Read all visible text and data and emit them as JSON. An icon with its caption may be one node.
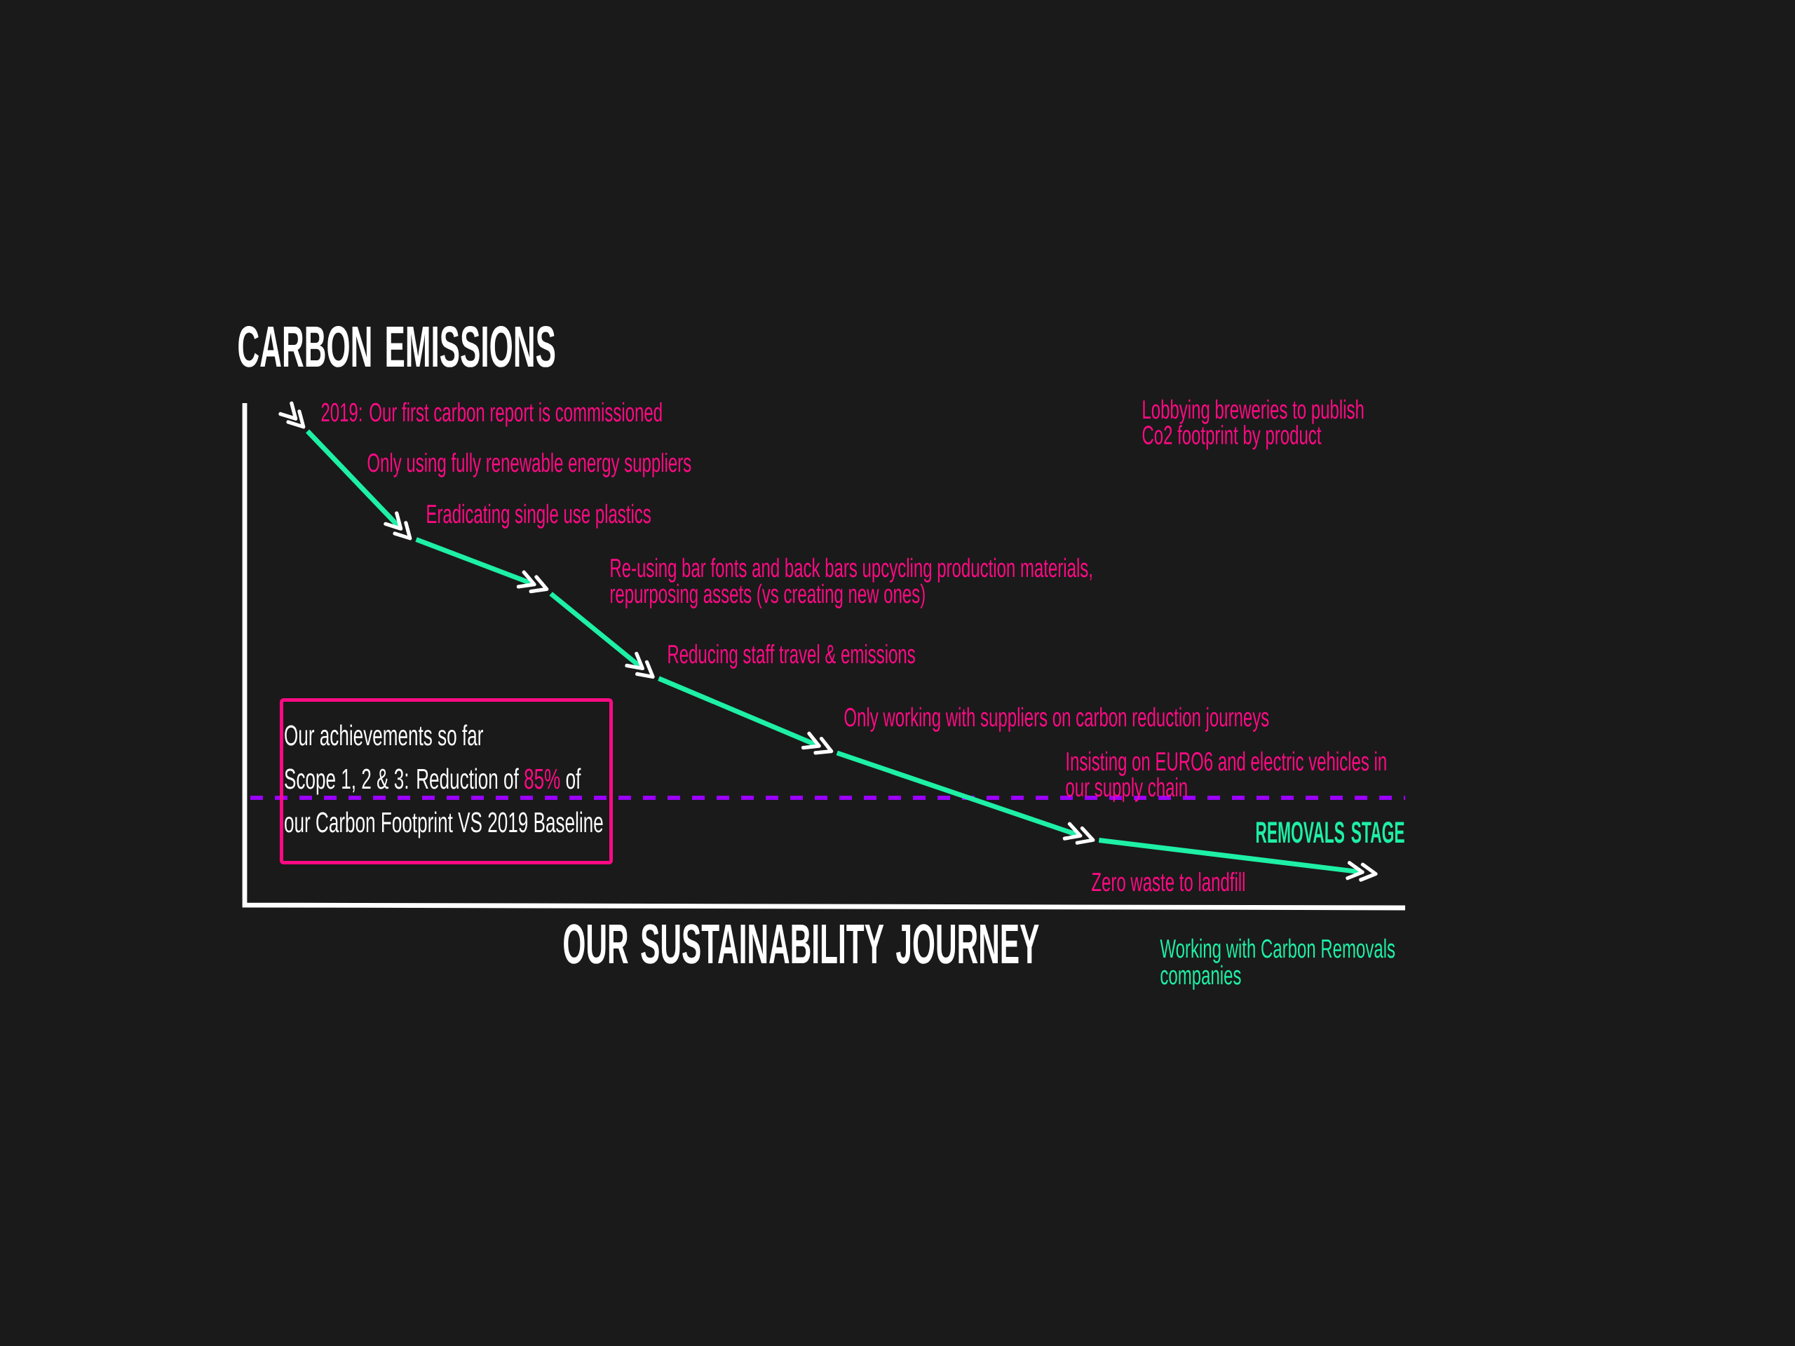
{
  "diagram": {
    "nodes": [
      {
        "text": [],
        "shape": "chevron",
        "beside": [
          "2019: Our first carbon report is commissioned"
        ]
      },
      {
        "text": [],
        "shape": "chevron",
        "beside": [
          "Eradicating single use plastics"
        ]
      },
      {
        "text": [],
        "shape": "chevron",
        "beside": [
          "Re-using bar fonts and back bars upcycling production materials, repurposing assets (vs creating new ones)"
        ]
      },
      {
        "text": [],
        "shape": "chevron",
        "beside": [
          "Reducing staff travel & emissions"
        ]
      },
      {
        "text": [],
        "shape": "chevron",
        "beside": [
          "Only working with suppliers on carbon reduction journeys"
        ]
      },
      {
        "text": [],
        "shape": "chevron",
        "beside": [
          "Zero waste to landfill"
        ]
      },
      {
        "text": [],
        "shape": "chevron"
      },
      {
        "text": [
          "Our achievements so far",
          "Scope 1, 2 & 3: Reduction of",
          "85%",
          "of our Carbon Footprint VS 2019 Baseline"
        ]
      }
    ],
    "edges": [
      {
        "from": 0,
        "to": 1,
        "arrow": "to"
      },
      {
        "from": 1,
        "to": 2,
        "arrow": "to"
      },
      {
        "from": 2,
        "to": 3,
        "arrow": "to"
      },
      {
        "from": 3,
        "to": 4,
        "arrow": "to"
      },
      {
        "from": 4,
        "to": 5,
        "arrow": "to"
      },
      {
        "from": 5,
        "to": 6,
        "arrow": "to"
      }
    ],
    "labels": [
      "CARBON EMISSIONS",
      "Lobbying breweries to publish Co2 footprint by product",
      "Only using fully renewable energy suppliers",
      "Insisting on EURO6 and electric vehicles in our supply chain",
      "REMOVALS STAGE",
      "OUR SUSTAINABILITY JOURNEY",
      "Working with Carbon Removals companies"
    ]
  }
}
